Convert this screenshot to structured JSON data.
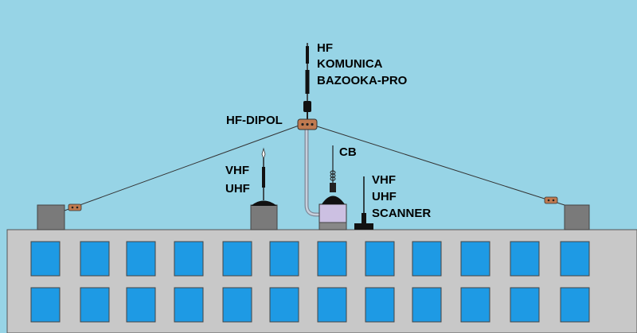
{
  "labels": {
    "hf_line1": "HF",
    "hf_line2": "KOMUNICA",
    "hf_line3": "BAZOOKA-PRO",
    "hf_dipol": "HF-DIPOL",
    "vhf_uhf_line1": "VHF",
    "vhf_uhf_line2": "UHF",
    "cb": "CB",
    "scanner_line1": "VHF",
    "scanner_line2": "UHF",
    "scanner_line3": "SCANNER"
  },
  "building": {
    "window_rows": 2,
    "window_columns": 12
  },
  "colors": {
    "sky": "#97d4e6",
    "building": "#c8c8c8",
    "window": "#1e9ae4",
    "chimney": "#7a7a7a",
    "insulator": "#c07a50",
    "cb_box": "#ccc0e2",
    "coax": "#a9b4c4"
  }
}
